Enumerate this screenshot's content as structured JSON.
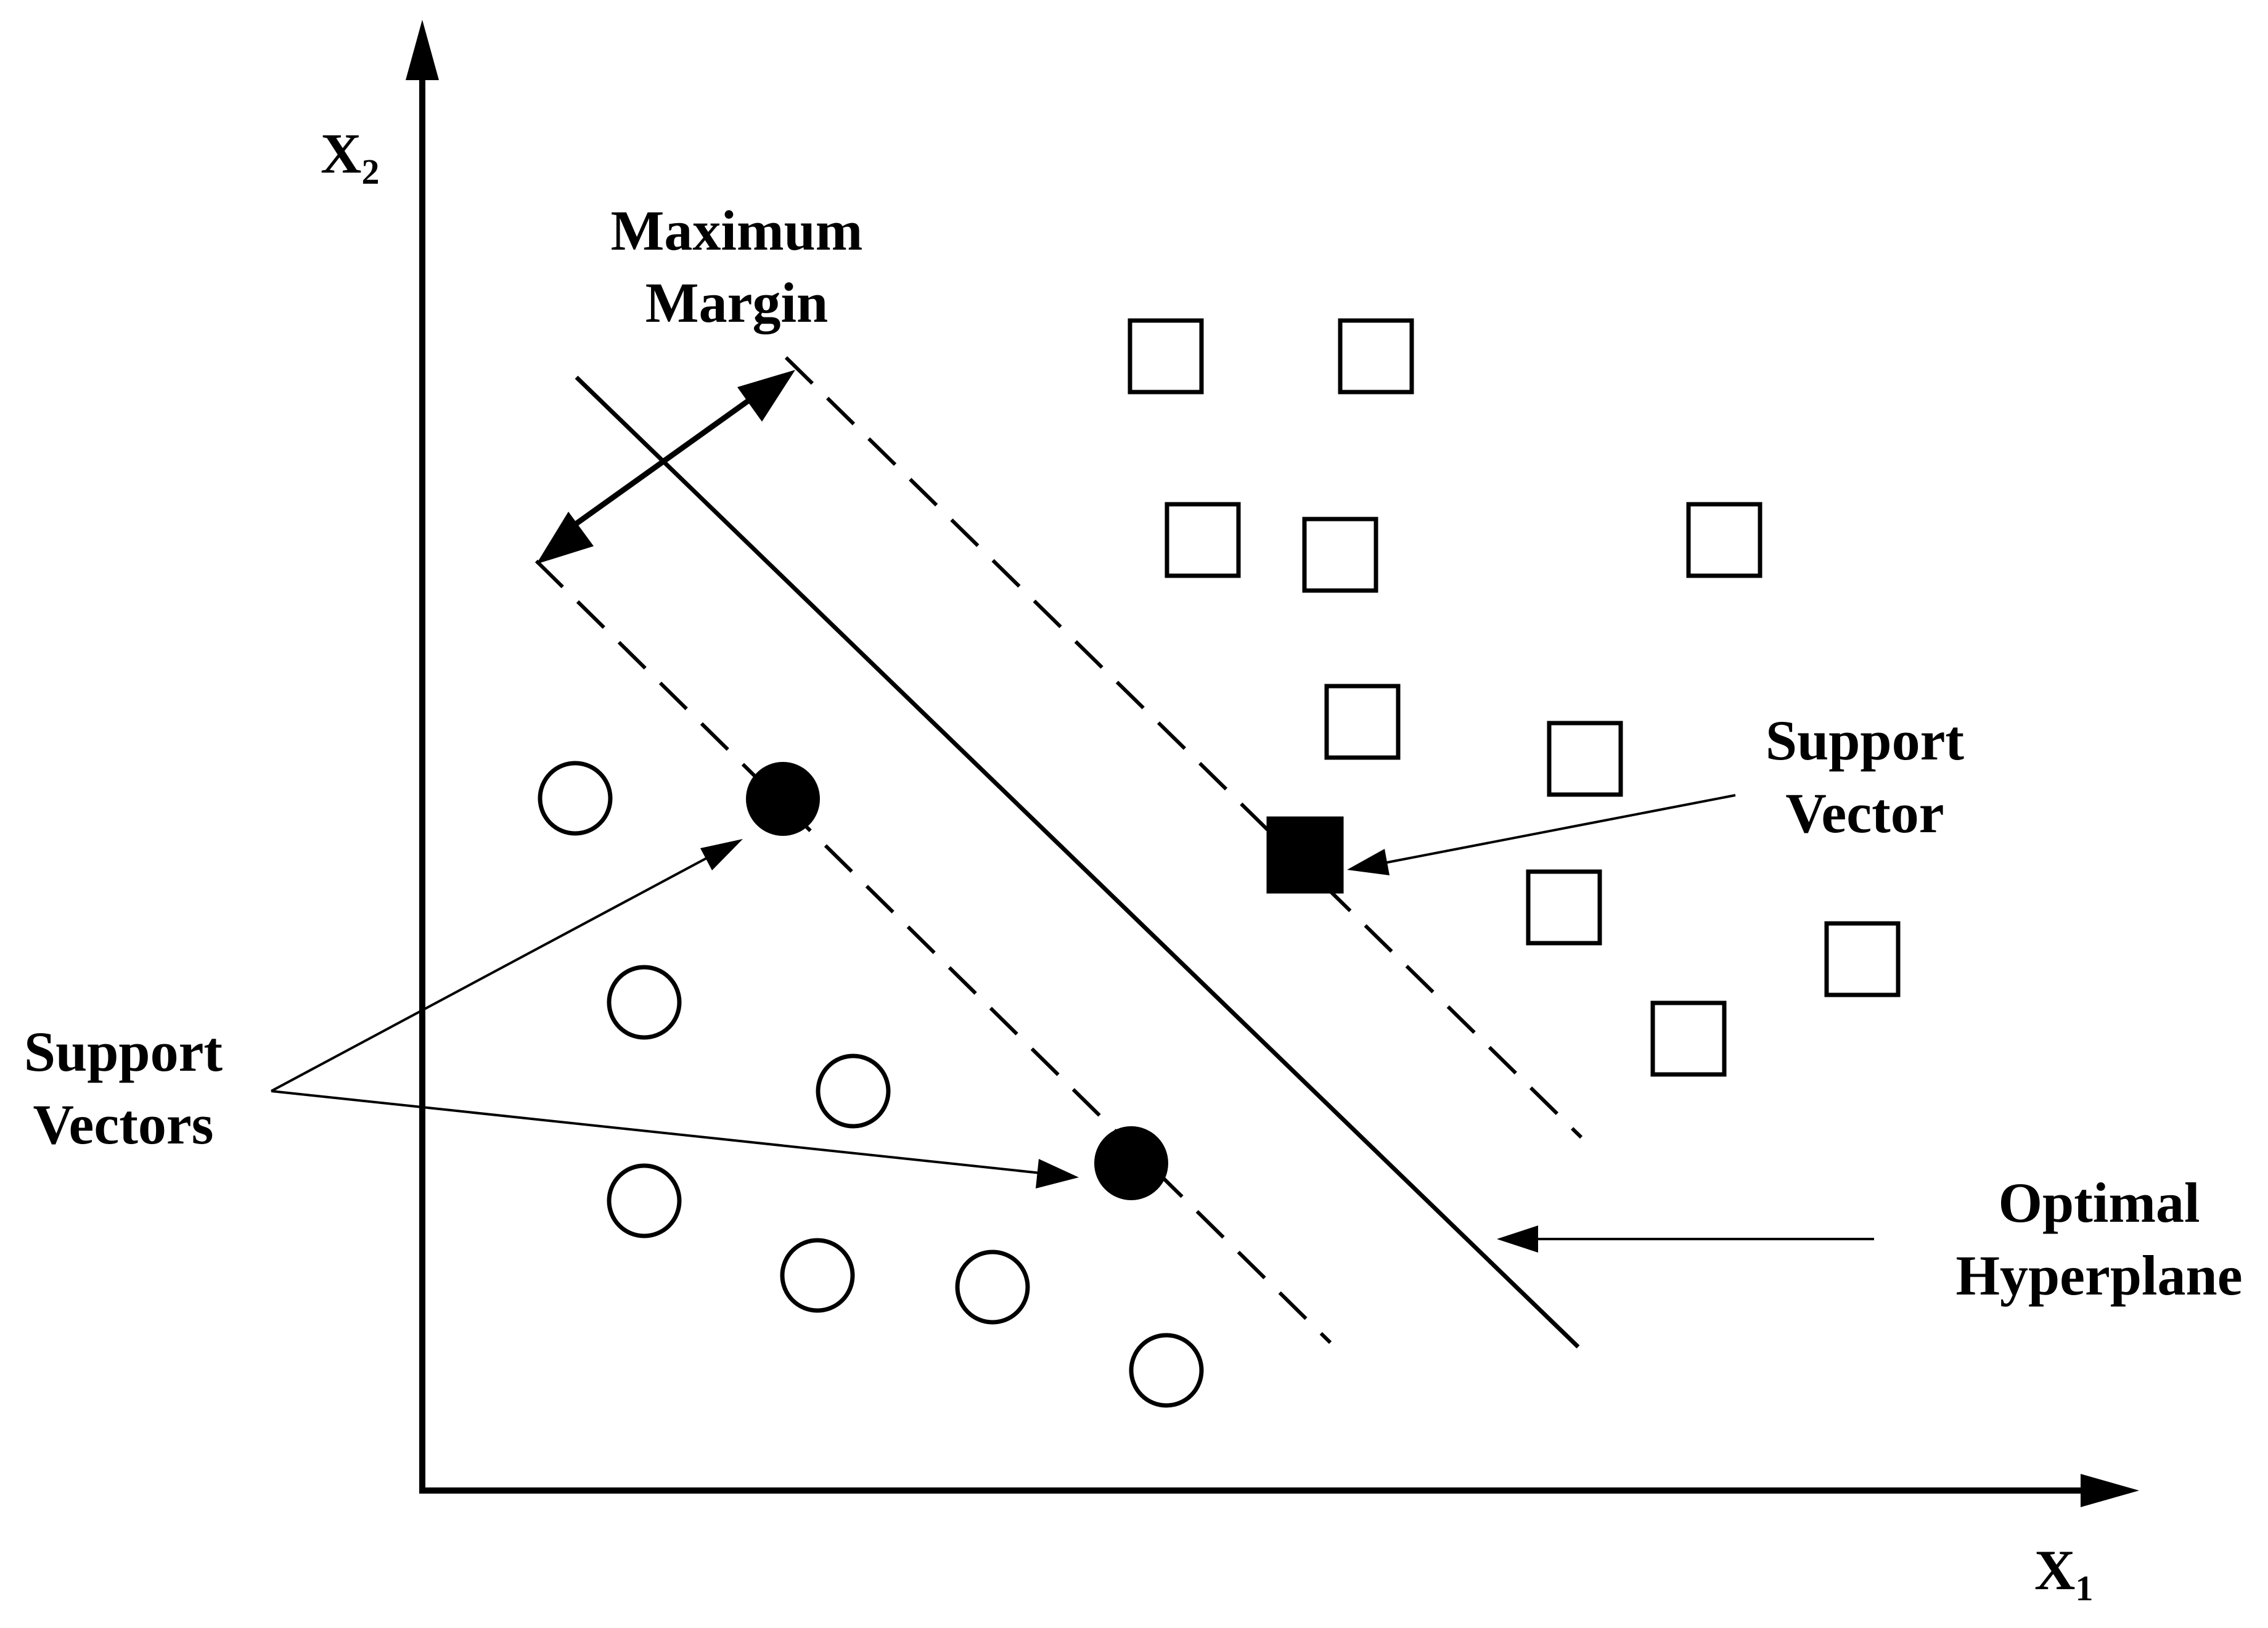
{
  "axes": {
    "x": {
      "main": "X",
      "sub": "1"
    },
    "y": {
      "main": "X",
      "sub": "2"
    }
  },
  "labels": {
    "max_margin_line1": "Maximum",
    "max_margin_line2": "Margin",
    "support_vector_line1": "Support",
    "support_vector_line2": "Vector",
    "support_vectors_line1": "Support",
    "support_vectors_line2": "Vectors",
    "optimal_line1": "Optimal",
    "optimal_line2": "Hyperplane"
  },
  "colors": {
    "ink": "#000000",
    "background": "#ffffff"
  }
}
